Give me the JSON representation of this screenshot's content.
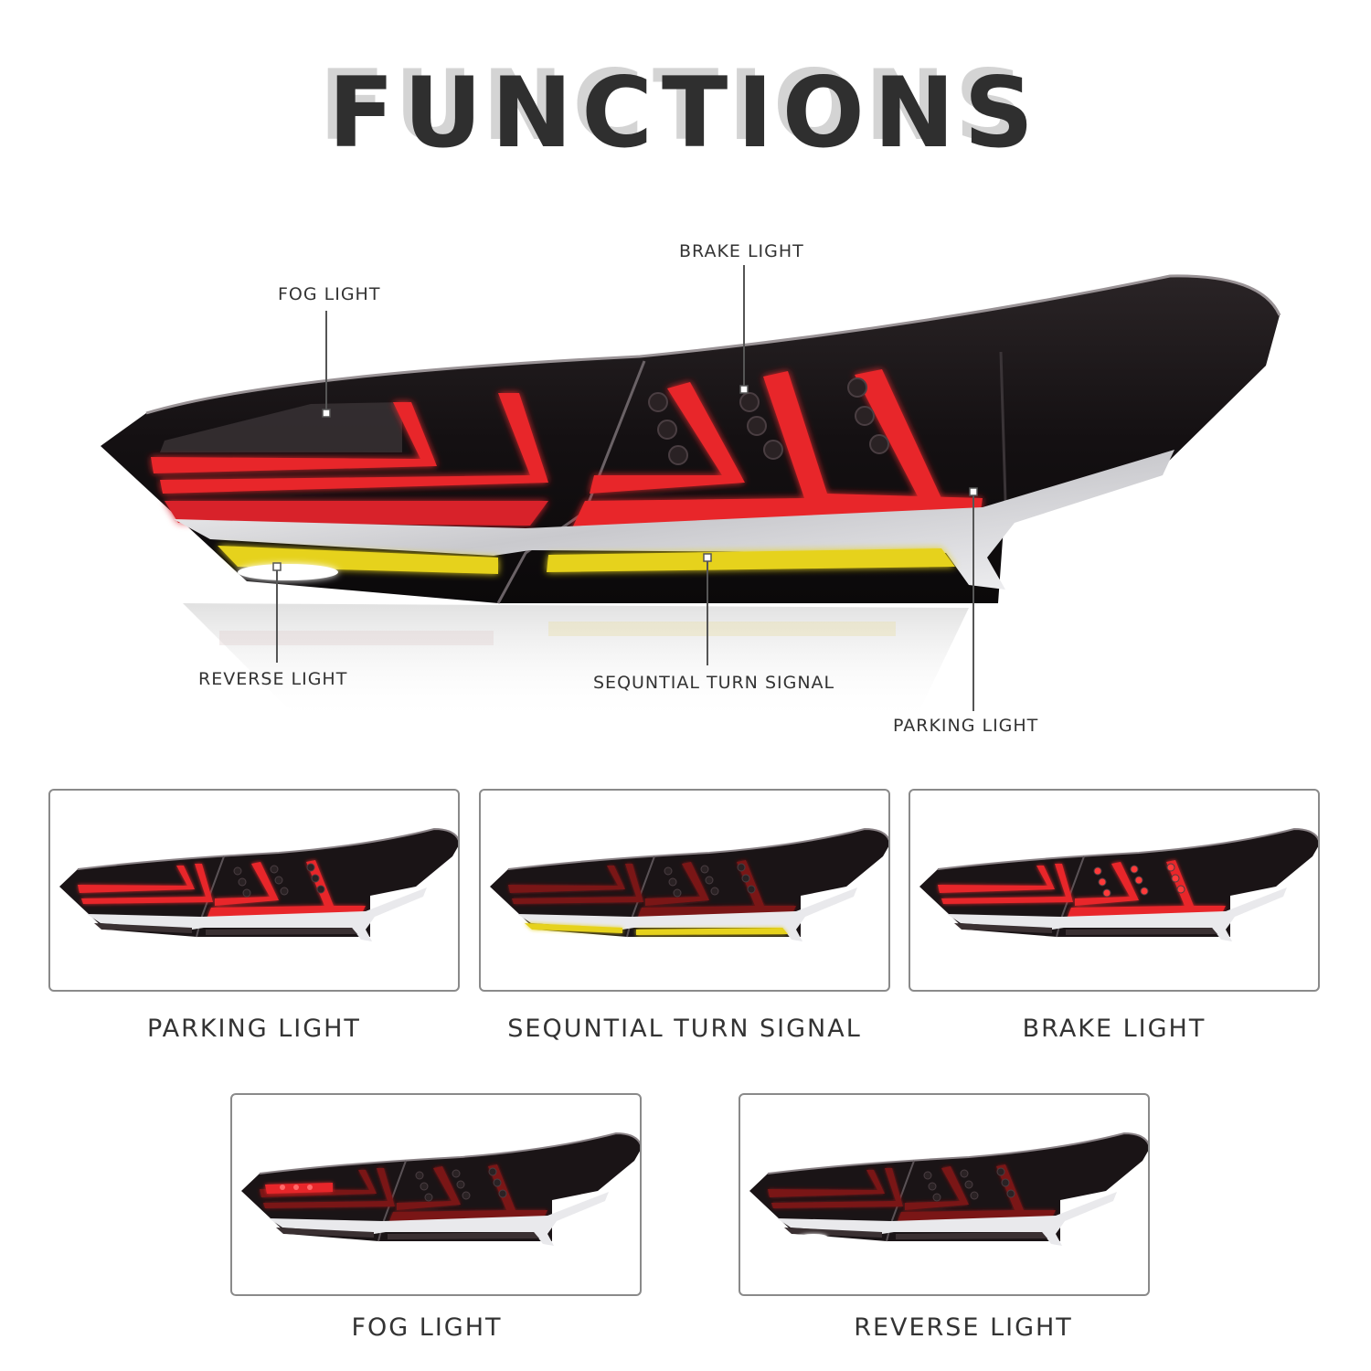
{
  "title": "FUNCTIONS",
  "callouts": {
    "fog": "FOG LIGHT",
    "brake": "BRAKE LIGHT",
    "reverse": "REVERSE LIGHT",
    "turn": "SEQUNTIAL TURN SIGNAL",
    "parking": "PARKING LIGHT"
  },
  "panels": [
    {
      "caption": "PARKING LIGHT",
      "mode": "parking"
    },
    {
      "caption": "SEQUNTIAL TURN SIGNAL",
      "mode": "turn"
    },
    {
      "caption": "BRAKE LIGHT",
      "mode": "brake"
    },
    {
      "caption": "FOG LIGHT",
      "mode": "fog"
    },
    {
      "caption": "REVERSE LIGHT",
      "mode": "reverse"
    }
  ],
  "colors": {
    "housing": "#1a1416",
    "red": "#e8262a",
    "amber": "#e6d21a",
    "chrome": "#e9e9ec",
    "white_led": "#ffffff",
    "text": "#333333"
  }
}
